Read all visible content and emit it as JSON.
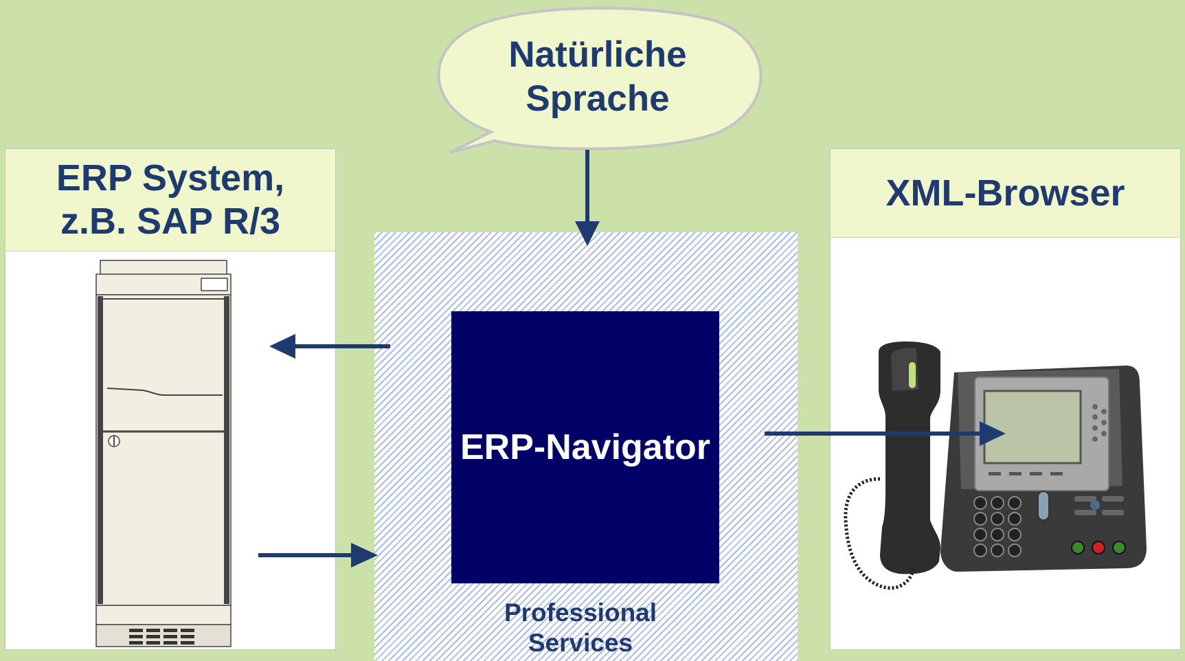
{
  "speech_bubble": {
    "text": "Natürliche\nSprache"
  },
  "erp_system": {
    "title": "ERP System,\nz.B. SAP R/3"
  },
  "xml_browser": {
    "title": "XML-Browser"
  },
  "navigator": {
    "label": "ERP-Navigator"
  },
  "professional_services": {
    "label": "Professional\nServices"
  },
  "colors": {
    "background": "#cce0aa",
    "panel_header": "#f0f7cc",
    "navigator_box": "#000066",
    "arrow": "#1f3a6e",
    "text": "#1f3a6e"
  }
}
